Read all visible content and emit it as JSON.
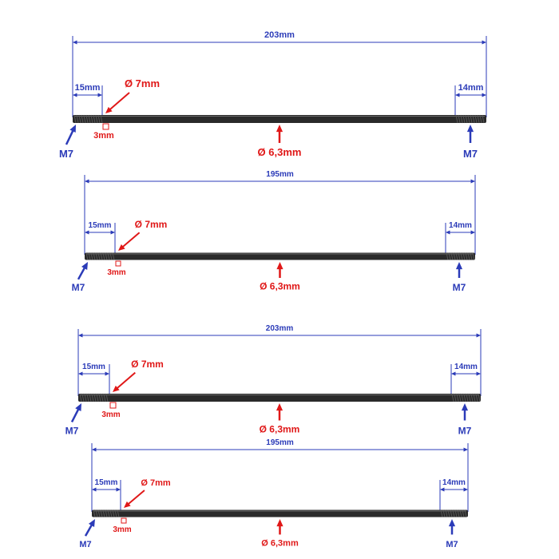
{
  "colors": {
    "dimension": "#2b3bb8",
    "callout": "#e01818",
    "rod": "#2a2a2a",
    "thread": "#555555"
  },
  "icons": {
    "arrow": "arrow-icon",
    "marker": "square-marker-icon"
  },
  "rods": [
    {
      "total_length": "203mm",
      "left_thread_length": "15mm",
      "right_thread_length": "14mm",
      "collar_diameter": "Ø 7mm",
      "collar_width": "3mm",
      "shaft_diameter": "Ø 6,3mm",
      "left_thread": "M7",
      "right_thread": "M7"
    },
    {
      "total_length": "195mm",
      "left_thread_length": "15mm",
      "right_thread_length": "14mm",
      "collar_diameter": "Ø 7mm",
      "collar_width": "3mm",
      "shaft_diameter": "Ø 6,3mm",
      "left_thread": "M7",
      "right_thread": "M7"
    },
    {
      "total_length": "203mm",
      "left_thread_length": "15mm",
      "right_thread_length": "14mm",
      "collar_diameter": "Ø 7mm",
      "collar_width": "3mm",
      "shaft_diameter": "Ø 6,3mm",
      "left_thread": "M7",
      "right_thread": "M7"
    },
    {
      "total_length": "195mm",
      "left_thread_length": "15mm",
      "right_thread_length": "14mm",
      "collar_diameter": "Ø 7mm",
      "collar_width": "3mm",
      "shaft_diameter": "Ø 6,3mm",
      "left_thread": "M7",
      "right_thread": "M7"
    }
  ]
}
